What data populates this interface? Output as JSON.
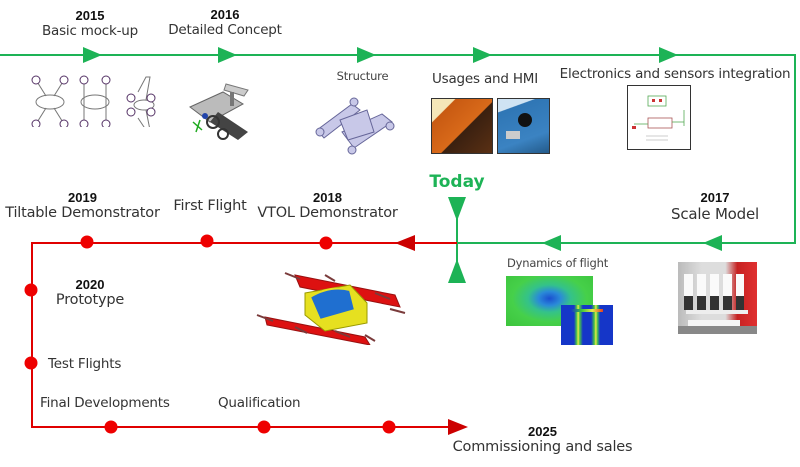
{
  "diagram": {
    "title": "Project timeline",
    "colors": {
      "past_track": "#1db356",
      "future_track": "#e00000",
      "today": "#1db356"
    },
    "today_label": "Today",
    "past_milestones": [
      {
        "year": "2015",
        "label": "Basic mock-up",
        "image": "basic-mockup-sketches"
      },
      {
        "year": "2016",
        "label": "Detailed Concept",
        "image": "detailed-concept-render"
      },
      {
        "label": "Structure",
        "image": "structure-cad"
      },
      {
        "label": "Usages and HMI",
        "image": "hmi-interior-renders"
      },
      {
        "label": "Electronics and sensors integration",
        "image": "electronics-schematic"
      },
      {
        "year": "2017",
        "label": "Scale Model",
        "image": "scale-model-team-photo"
      },
      {
        "label": "Dynamics of flight",
        "image": "cfd-simulation"
      }
    ],
    "future_milestones": [
      {
        "year": "2018",
        "label": "VTOL Demonstrator"
      },
      {
        "label": "First Flight"
      },
      {
        "year": "2019",
        "label": "Tiltable Demonstrator"
      },
      {
        "year": "2020",
        "label": "Prototype"
      },
      {
        "label": "Test Flights"
      },
      {
        "label": "Final Developments"
      },
      {
        "label": "Qualification"
      },
      {
        "year": "2025",
        "label": "Commissioning and sales"
      }
    ],
    "vtol_image": "vtol-demonstrator-render"
  }
}
